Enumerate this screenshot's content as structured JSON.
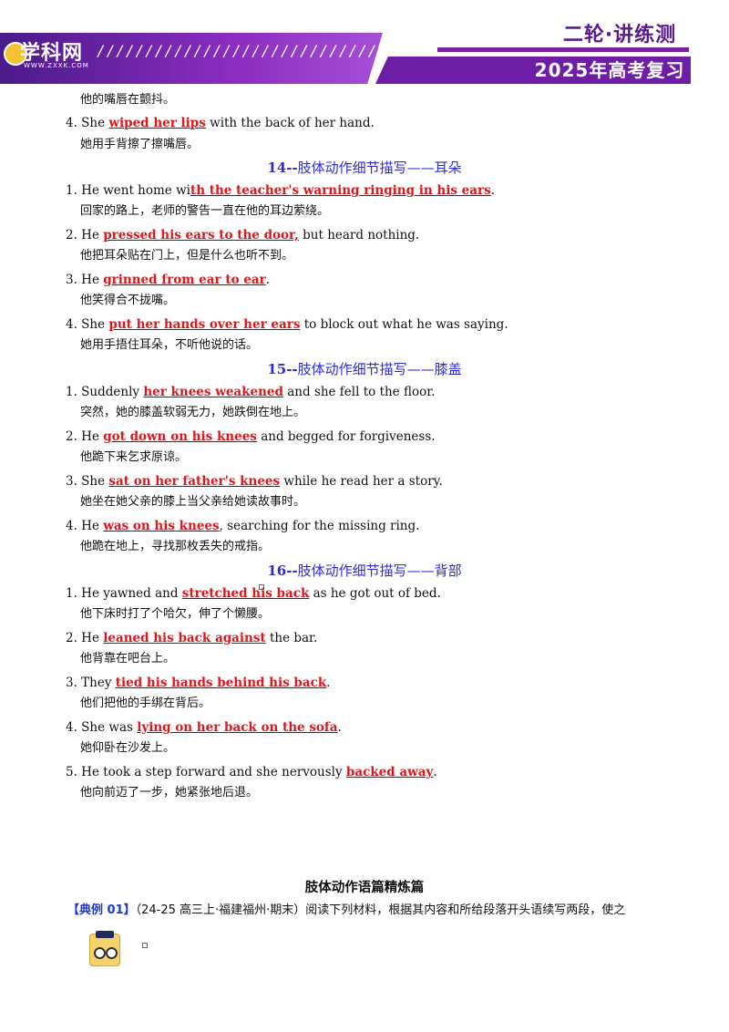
{
  "header": {
    "logo_text": "学科网",
    "logo_url": "WWW.ZXXK.COM",
    "slashes": "/////////////////////////////",
    "right_title": "二轮·讲练测",
    "year_title": "2025年高考复习"
  },
  "lines": {
    "l0_zh": "他的嘴唇在颤抖。",
    "l1_pre": "4. She ",
    "l1_hl": "wiped her lips",
    "l1_post": "  with the back of her hand.",
    "l1_zh": "她用手背擦了擦嘴唇。"
  },
  "sections": [
    {
      "num": "14--",
      "title": "肢体动作细节描写——耳朵",
      "items": [
        {
          "pre": "1. He went home wi",
          "hl": "th the teacher's warning ringing in his ears",
          "post": ".",
          "zh": "回家的路上，老师的警告一直在他的耳边萦绕。"
        },
        {
          "pre": "2. He ",
          "hl": "pressed his ears to the door,",
          "post": " but heard nothing.",
          "zh": "他把耳朵贴在门上，但是什么也听不到。"
        },
        {
          "pre": "3. He ",
          "hl": "grinned from ear to ear",
          "post": ".",
          "zh": "他笑得合不拢嘴。"
        },
        {
          "pre": "4. She ",
          "hl": "put her hands over her ears",
          "post": " to block out what he was saying.",
          "zh": "她用手捂住耳朵，不听他说的话。"
        }
      ]
    },
    {
      "num": "15--",
      "title": "肢体动作细节描写——膝盖",
      "items": [
        {
          "pre": "1. Suddenly ",
          "hl": "her knees weakened",
          "post": " and she fell to the floor.",
          "zh": "突然，她的膝盖软弱无力，她跌倒在地上。"
        },
        {
          "pre": "2. He ",
          "hl": "got down on his knees",
          "post": " and begged for forgiveness.",
          "zh": "他跪下来乞求原谅。"
        },
        {
          "pre": "3. She ",
          "hl": "sat on her father's knees",
          "post": " while he read her a story.",
          "zh": "她坐在她父亲的膝上当父亲给她读故事时。"
        },
        {
          "pre": "4. He ",
          "hl": "was on his knees",
          "post": ", searching for the missing ring.",
          "zh": "他跪在地上，寻找那枚丢失的戒指。"
        }
      ]
    },
    {
      "num": "16--",
      "title": "肢体动作细节描写——背部",
      "items": [
        {
          "pre": "1. He yawned and ",
          "hl": "stretched his back",
          "post": " as he got out of bed.",
          "zh": "他下床时打了个哈欠，伸了个懒腰。"
        },
        {
          "pre": "2. He ",
          "hl": "leaned his back against",
          "post": " the bar.",
          "zh": "他背靠在吧台上。"
        },
        {
          "pre": "3. They ",
          "hl": "tied his hands behind his back",
          "post": ".",
          "zh": "他们把他的手绑在背后。"
        },
        {
          "pre": "4. She was ",
          "hl": "lying on her back on the sofa",
          "post": ".",
          "zh": "她仰卧在沙发上。"
        },
        {
          "pre": "5. He took a step forward and she nervously ",
          "hl": "backed away",
          "post": ".",
          "zh": "他向前迈了一步，她紧张地后退。"
        }
      ]
    }
  ],
  "title2": "肢体动作语篇精炼篇",
  "example": {
    "tag": "【典例  01】",
    "text": "（24-25 高三上·福建福州·期末）阅读下列材料，根据其内容和所给段落开头语续写两段，使之"
  }
}
